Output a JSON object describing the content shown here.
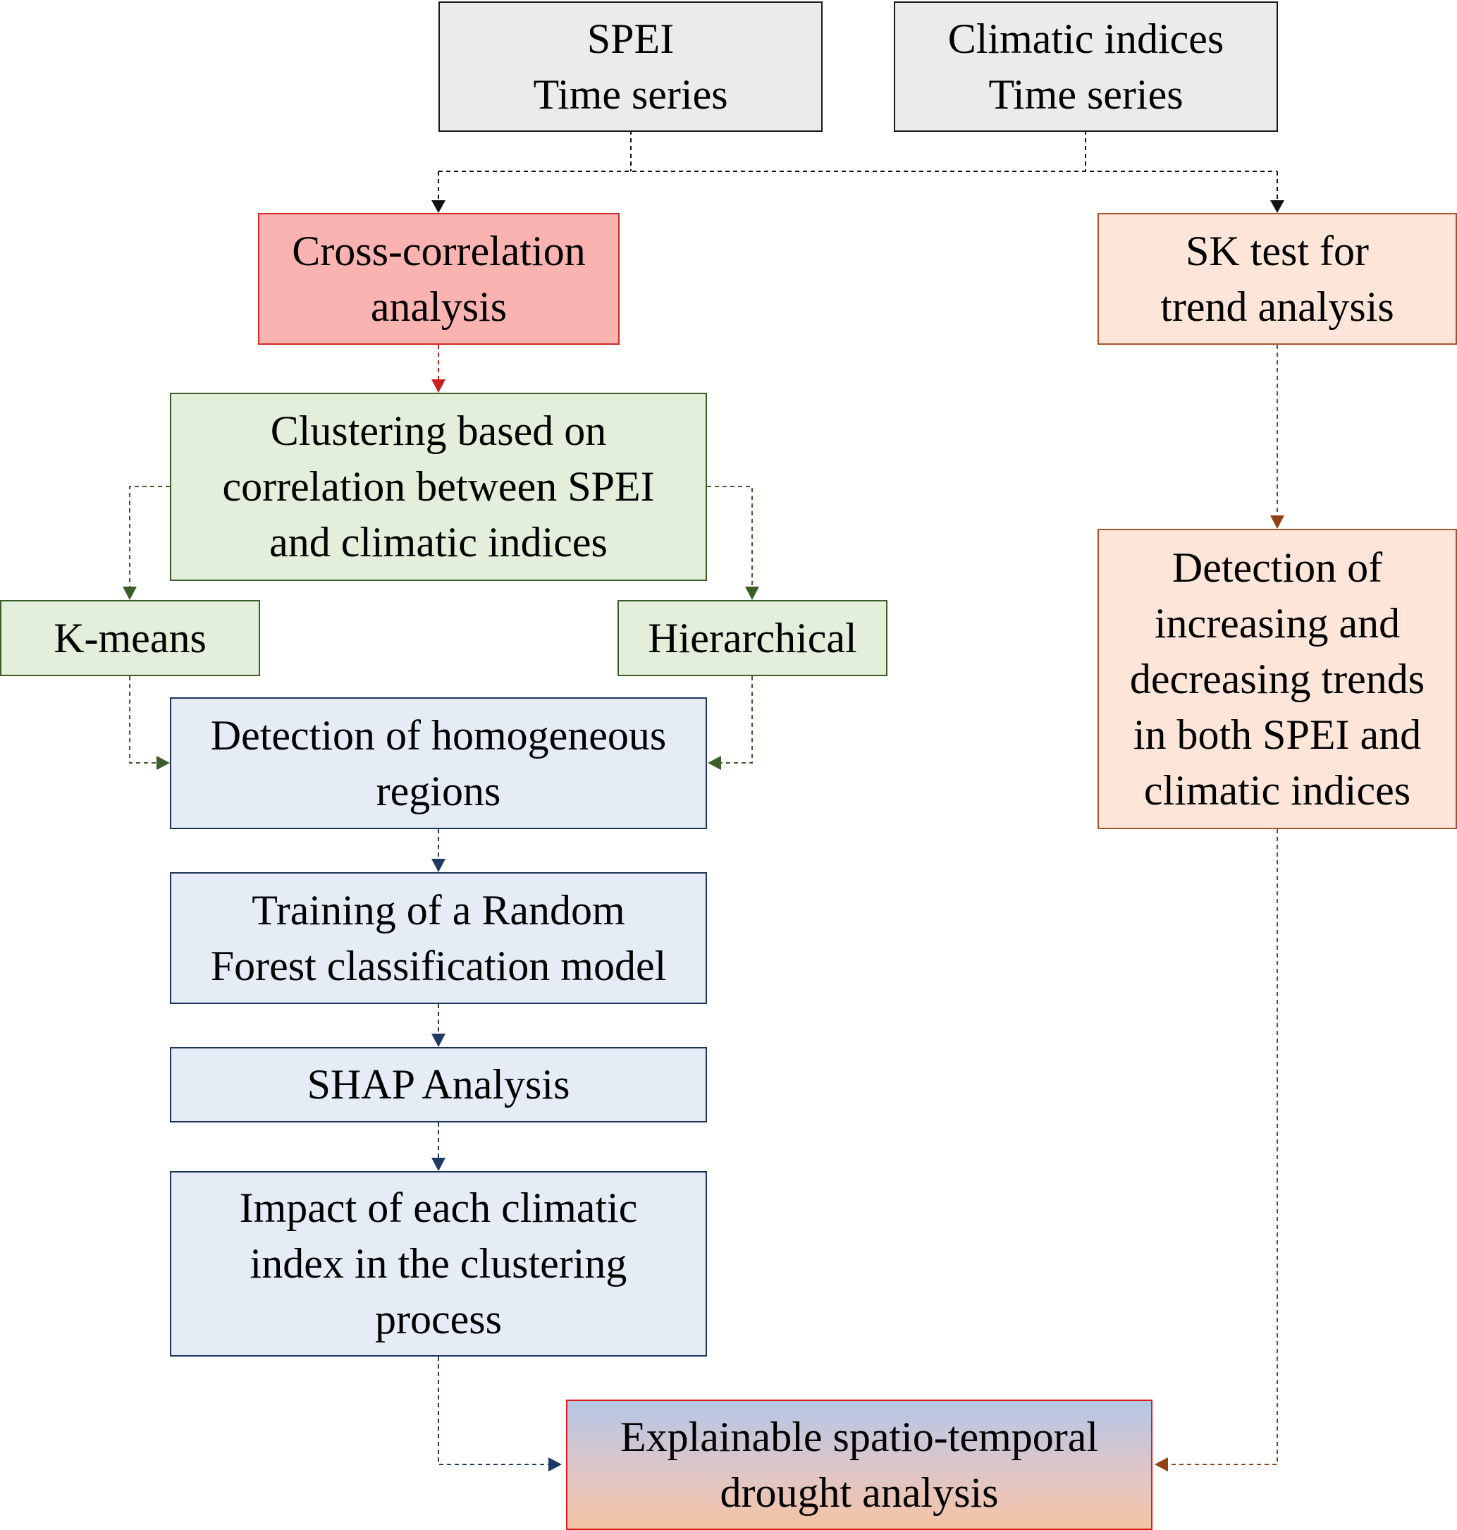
{
  "title": "Drought analysis methodology flowchart",
  "colors": {
    "black": "#111111",
    "red": "#c9201f",
    "brown": "#8f4114",
    "green": "#3b5e28",
    "navy": "#1f3864"
  },
  "nodes": {
    "spei": {
      "lines": [
        "SPEI",
        "Time series"
      ]
    },
    "climatic": {
      "lines": [
        "Climatic indices",
        "Time series"
      ]
    },
    "crosscorr": {
      "lines": [
        "Cross-correlation",
        "analysis"
      ]
    },
    "sktest": {
      "lines": [
        "SK test for",
        "trend analysis"
      ]
    },
    "clustering": {
      "lines": [
        "Clustering based on",
        "correlation between SPEI",
        "and climatic indices"
      ]
    },
    "kmeans": {
      "lines": [
        "K-means"
      ]
    },
    "hierarchical": {
      "lines": [
        "Hierarchical"
      ]
    },
    "homog": {
      "lines": [
        "Detection of homogeneous",
        "regions"
      ]
    },
    "trends": {
      "lines": [
        "Detection of",
        "increasing and",
        "decreasing trends",
        "in both SPEI and",
        "climatic indices"
      ]
    },
    "rf": {
      "lines": [
        "Training of a Random",
        "Forest classification model"
      ]
    },
    "shap": {
      "lines": [
        "SHAP Analysis"
      ]
    },
    "impact": {
      "lines": [
        "Impact of each climatic",
        "index in the clustering",
        "process"
      ]
    },
    "final": {
      "lines": [
        "Explainable spatio-temporal",
        "drought analysis"
      ]
    }
  }
}
